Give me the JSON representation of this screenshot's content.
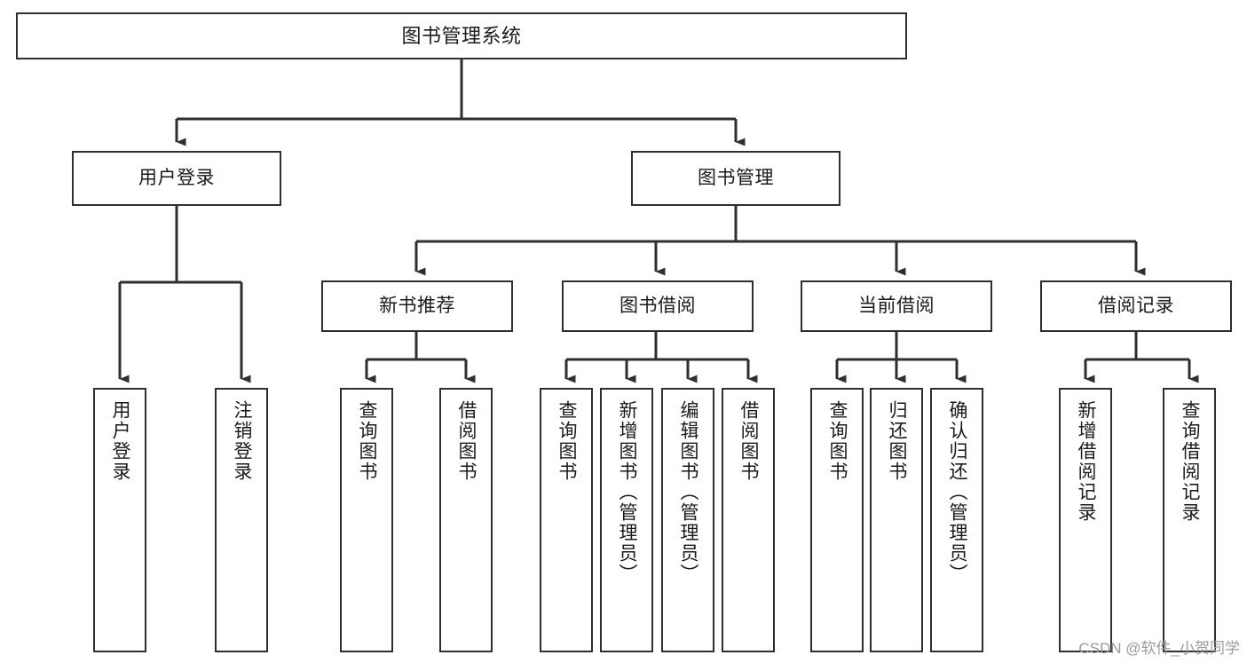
{
  "diagram": {
    "title": "图书管理系统",
    "type": "tree-hierarchy",
    "style": {
      "box_border_color": "#2f2f2f",
      "box_fill_color": "#ffffff",
      "connector_color": "#2f2f2f",
      "text_color": "#1a1a1a",
      "background_color": "#ffffff",
      "watermark_color": "#9a9a9a"
    }
  },
  "watermark": {
    "text": "CSDN @软件_小贺同学"
  },
  "root": {
    "label": "图书管理系统"
  },
  "level1": [
    {
      "label": "用户登录"
    },
    {
      "label": "图书管理"
    }
  ],
  "level2": [
    {
      "label": "新书推荐"
    },
    {
      "label": "图书借阅"
    },
    {
      "label": "当前借阅"
    },
    {
      "label": "借阅记录"
    }
  ],
  "leaves": {
    "user_login": [
      {
        "label": "用户登录"
      },
      {
        "label": "注销登录"
      }
    ],
    "new_book_recommend": [
      {
        "label": "查询图书"
      },
      {
        "label": "借阅图书"
      }
    ],
    "book_borrow": [
      {
        "label": "查询图书"
      },
      {
        "label": "新增图书（管理员）"
      },
      {
        "label": "编辑图书（管理员）"
      },
      {
        "label": "借阅图书"
      }
    ],
    "current_borrow": [
      {
        "label": "查询图书"
      },
      {
        "label": "归还图书"
      },
      {
        "label": "确认归还（管理员）"
      }
    ],
    "borrow_records": [
      {
        "label": "新增借阅记录"
      },
      {
        "label": "查询借阅记录"
      }
    ]
  }
}
